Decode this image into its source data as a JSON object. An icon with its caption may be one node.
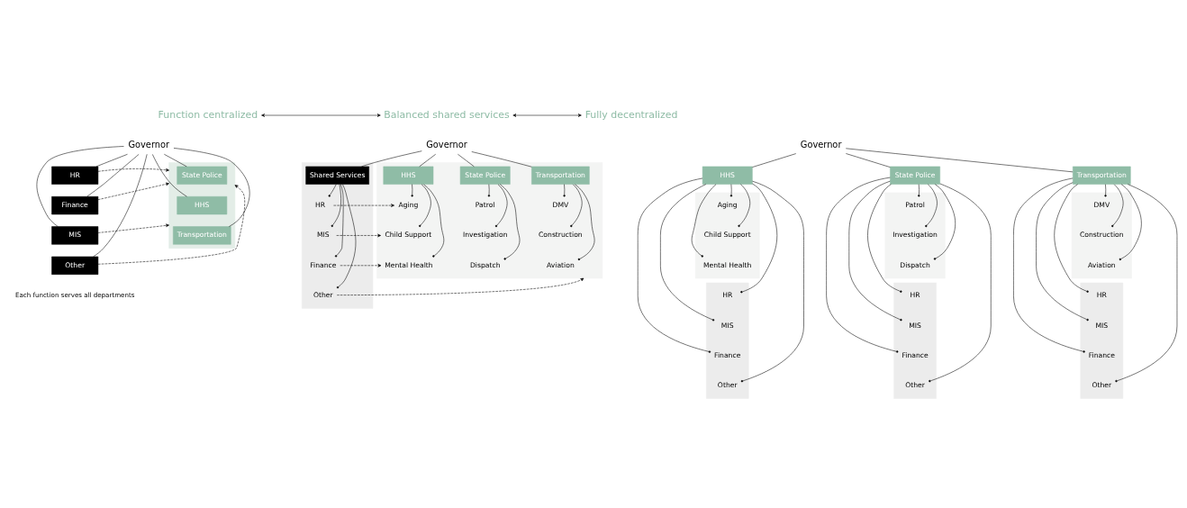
{
  "diagram": {
    "nodes": [
      {
        "text": [
          "Function centralized"
        ]
      },
      {
        "text": [
          "Balanced shared services"
        ]
      },
      {
        "text": [
          "Fully decentralized"
        ]
      },
      {
        "text": [
          "Governor"
        ]
      },
      {
        "text": [
          "HR"
        ]
      },
      {
        "text": [
          "Finance"
        ]
      },
      {
        "text": [
          "MIS"
        ]
      },
      {
        "text": [
          "Other"
        ]
      },
      {
        "text": [],
        "shape": "box"
      },
      {
        "text": [
          "State Police"
        ],
        "in": 8
      },
      {
        "text": [
          "HHS"
        ],
        "in": 8
      },
      {
        "text": [
          "Transportation"
        ],
        "in": 8
      },
      {
        "text": [
          "Governor"
        ]
      },
      {
        "text": [],
        "shape": "box"
      },
      {
        "text": [
          "Shared Services"
        ],
        "in": 13
      },
      {
        "text": [
          "HR"
        ],
        "in": 13
      },
      {
        "text": [
          "MIS"
        ],
        "in": 13
      },
      {
        "text": [
          "Finance"
        ],
        "in": 13
      },
      {
        "text": [
          "Other"
        ],
        "in": 13
      },
      {
        "text": [],
        "shape": "box"
      },
      {
        "text": [
          "HHS"
        ],
        "in": 19
      },
      {
        "text": [
          "Aging"
        ],
        "in": 19
      },
      {
        "text": [
          "Child Support"
        ],
        "in": 19
      },
      {
        "text": [
          "Mental Health"
        ],
        "in": 19
      },
      {
        "text": [
          "State Police"
        ],
        "in": 19
      },
      {
        "text": [
          "Patrol"
        ],
        "in": 19
      },
      {
        "text": [
          "Investigation"
        ],
        "in": 19
      },
      {
        "text": [
          "Dispatch"
        ],
        "in": 19
      },
      {
        "text": [
          "Transportation"
        ],
        "in": 19
      },
      {
        "text": [
          "DMV"
        ],
        "in": 19
      },
      {
        "text": [
          "Construction"
        ],
        "in": 19
      },
      {
        "text": [
          "Aviation"
        ],
        "in": 19
      },
      {
        "text": [
          "Governor"
        ]
      },
      {
        "text": [
          "HHS"
        ]
      },
      {
        "text": [],
        "shape": "box"
      },
      {
        "text": [
          "Aging"
        ],
        "in": 34
      },
      {
        "text": [
          "Child Support"
        ],
        "in": 34
      },
      {
        "text": [
          "Mental Health"
        ],
        "in": 34
      },
      {
        "text": [],
        "shape": "box"
      },
      {
        "text": [
          "HR"
        ],
        "in": 38
      },
      {
        "text": [
          "MIS"
        ],
        "in": 38
      },
      {
        "text": [
          "Finance"
        ],
        "in": 38
      },
      {
        "text": [
          "Other"
        ],
        "in": 38
      },
      {
        "text": [
          "State Police"
        ]
      },
      {
        "text": [],
        "shape": "box"
      },
      {
        "text": [
          "Patrol"
        ],
        "in": 44
      },
      {
        "text": [
          "Investigation"
        ],
        "in": 44
      },
      {
        "text": [
          "Dispatch"
        ],
        "in": 44
      },
      {
        "text": [],
        "shape": "box"
      },
      {
        "text": [
          "HR"
        ],
        "in": 48
      },
      {
        "text": [
          "MIS"
        ],
        "in": 48
      },
      {
        "text": [
          "Finance"
        ],
        "in": 48
      },
      {
        "text": [
          "Other"
        ],
        "in": 48
      },
      {
        "text": [
          "Transportation"
        ]
      },
      {
        "text": [],
        "shape": "box"
      },
      {
        "text": [
          "DMV"
        ],
        "in": 54
      },
      {
        "text": [
          "Construction"
        ],
        "in": 54
      },
      {
        "text": [
          "Aviation"
        ],
        "in": 54
      },
      {
        "text": [],
        "shape": "box"
      },
      {
        "text": [
          "HR"
        ],
        "in": 58
      },
      {
        "text": [
          "MIS"
        ],
        "in": 58
      },
      {
        "text": [
          "Finance"
        ],
        "in": 58
      },
      {
        "text": [
          "Other"
        ],
        "in": 58
      }
    ],
    "edges": [
      {
        "from": 0,
        "to": 1,
        "arrow": "both"
      },
      {
        "from": 1,
        "to": 2,
        "arrow": "both"
      },
      {
        "from": 3,
        "to": 4,
        "arrow": "none"
      },
      {
        "from": 3,
        "to": 5,
        "arrow": "none"
      },
      {
        "from": 3,
        "to": 6,
        "arrow": "none"
      },
      {
        "from": 3,
        "to": 7,
        "arrow": "none"
      },
      {
        "from": 3,
        "to": 9,
        "arrow": "none"
      },
      {
        "from": 3,
        "to": 10,
        "arrow": "none"
      },
      {
        "from": 3,
        "to": 11,
        "arrow": "none"
      },
      {
        "from": 4,
        "to": 8,
        "arrow": "to",
        "style": "dashed"
      },
      {
        "from": 5,
        "to": 8,
        "arrow": "to",
        "style": "dashed"
      },
      {
        "from": 6,
        "to": 8,
        "arrow": "to",
        "style": "dashed"
      },
      {
        "from": 7,
        "to": 8,
        "arrow": "to",
        "style": "dashed"
      },
      {
        "from": 12,
        "to": 14,
        "arrow": "none"
      },
      {
        "from": 12,
        "to": 20,
        "arrow": "none"
      },
      {
        "from": 12,
        "to": 24,
        "arrow": "none"
      },
      {
        "from": 12,
        "to": 28,
        "arrow": "none"
      },
      {
        "from": 14,
        "to": 15,
        "arrow": "other"
      },
      {
        "from": 14,
        "to": 16,
        "arrow": "other"
      },
      {
        "from": 14,
        "to": 17,
        "arrow": "other"
      },
      {
        "from": 14,
        "to": 18,
        "arrow": "other"
      },
      {
        "from": 20,
        "to": 21,
        "arrow": "other"
      },
      {
        "from": 20,
        "to": 22,
        "arrow": "other"
      },
      {
        "from": 20,
        "to": 23,
        "arrow": "other"
      },
      {
        "from": 24,
        "to": 25,
        "arrow": "other"
      },
      {
        "from": 24,
        "to": 26,
        "arrow": "other"
      },
      {
        "from": 24,
        "to": 27,
        "arrow": "other"
      },
      {
        "from": 28,
        "to": 29,
        "arrow": "other"
      },
      {
        "from": 28,
        "to": 30,
        "arrow": "other"
      },
      {
        "from": 28,
        "to": 31,
        "arrow": "other"
      },
      {
        "from": 15,
        "to": 21,
        "arrow": "to",
        "style": "dashed"
      },
      {
        "from": 16,
        "to": 22,
        "arrow": "to",
        "style": "dashed"
      },
      {
        "from": 17,
        "to": 23,
        "arrow": "to",
        "style": "dashed"
      },
      {
        "from": 18,
        "to": 19,
        "arrow": "to",
        "style": "dashed"
      },
      {
        "from": 32,
        "to": 33,
        "arrow": "none"
      },
      {
        "from": 32,
        "to": 43,
        "arrow": "none"
      },
      {
        "from": 32,
        "to": 53,
        "arrow": "none"
      },
      {
        "from": 33,
        "to": 35,
        "arrow": "other"
      },
      {
        "from": 33,
        "to": 36,
        "arrow": "other"
      },
      {
        "from": 33,
        "to": 37,
        "arrow": "other"
      },
      {
        "from": 33,
        "to": 39,
        "arrow": "other"
      },
      {
        "from": 33,
        "to": 40,
        "arrow": "other"
      },
      {
        "from": 33,
        "to": 41,
        "arrow": "other"
      },
      {
        "from": 33,
        "to": 42,
        "arrow": "other"
      },
      {
        "from": 43,
        "to": 45,
        "arrow": "other"
      },
      {
        "from": 43,
        "to": 46,
        "arrow": "other"
      },
      {
        "from": 43,
        "to": 47,
        "arrow": "other"
      },
      {
        "from": 43,
        "to": 49,
        "arrow": "other"
      },
      {
        "from": 43,
        "to": 50,
        "arrow": "other"
      },
      {
        "from": 43,
        "to": 51,
        "arrow": "other"
      },
      {
        "from": 43,
        "to": 52,
        "arrow": "other"
      },
      {
        "from": 53,
        "to": 55,
        "arrow": "other"
      },
      {
        "from": 53,
        "to": 56,
        "arrow": "other"
      },
      {
        "from": 53,
        "to": 57,
        "arrow": "other"
      },
      {
        "from": 53,
        "to": 59,
        "arrow": "other"
      },
      {
        "from": 53,
        "to": 60,
        "arrow": "other"
      },
      {
        "from": 53,
        "to": 61,
        "arrow": "other"
      },
      {
        "from": 53,
        "to": 62,
        "arrow": "other"
      }
    ],
    "labels": [
      "Each function serves all departments"
    ]
  }
}
